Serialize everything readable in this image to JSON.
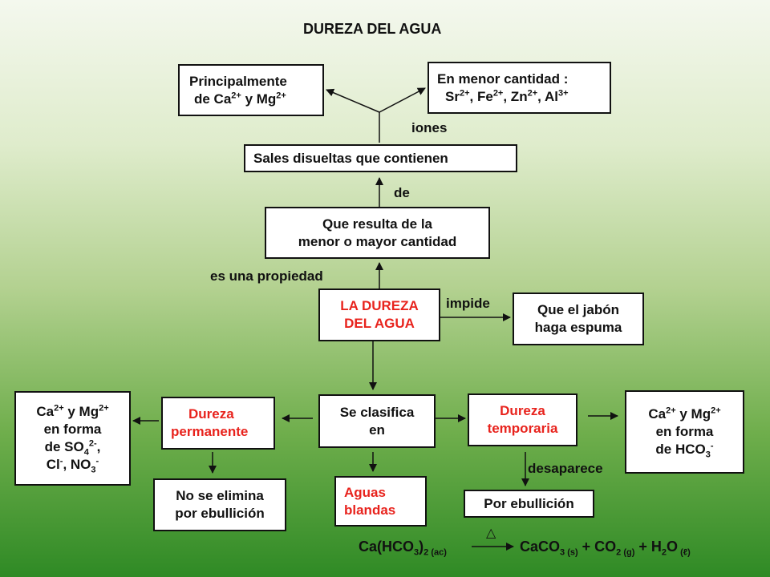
{
  "title": "DUREZA DEL AGUA",
  "colors": {
    "accent_red": "#e8231d",
    "border": "#111111"
  },
  "boxes": {
    "principal": {
      "line1": "Principalmente",
      "line2_pre": "de Ca",
      "line2_sup1": "2+",
      "line2_mid": " y Mg",
      "line2_sup2": "2+"
    },
    "menor": {
      "line1": "En menor cantidad :",
      "l2a": "Sr",
      "l2a_sup": "2+",
      "l2b": ", Fe",
      "l2b_sup": "2+",
      "l2c": ", Zn",
      "l2c_sup": "2+",
      "l2d": ", Al",
      "l2d_sup": "3+"
    },
    "sales": "Sales disueltas que contienen",
    "resulta": {
      "line1": "Que resulta de la",
      "line2": "menor o mayor cantidad"
    },
    "dureza": {
      "line1": "LA DUREZA",
      "line2": "DEL AGUA"
    },
    "jabon": {
      "line1": "Que el jabón",
      "line2": "haga espuma"
    },
    "clasifica": {
      "line1": "Se clasifica",
      "line2": "en"
    },
    "permanente": {
      "line1": "Dureza",
      "line2": "permanente"
    },
    "temporaria": {
      "line1": "Dureza",
      "line2": "temporaria"
    },
    "sulfato": {
      "l1a": "Ca",
      "l1a_sup": "2+",
      "l1b": " y Mg",
      "l1b_sup": "2+",
      "l2": "en forma",
      "l3a": "de SO",
      "l3a_sub": "4",
      "l3a_sup": "2-",
      "l3b": ",",
      "l4a": "Cl",
      "l4a_sup": "-",
      "l4b": ", NO",
      "l4b_sub": "3",
      "l4b_sup": "-"
    },
    "bicarbonato": {
      "l1a": "Ca",
      "l1a_sup": "2+",
      "l1b": " y Mg",
      "l1b_sup": "2+",
      "l2": "en forma",
      "l3a": "de HCO",
      "l3a_sub": "3",
      "l3a_sup": "-"
    },
    "no_elimina": {
      "line1": "No se elimina",
      "line2": "por ebullición"
    },
    "blandas": {
      "line1": "Aguas",
      "line2": "blandas"
    },
    "ebullicion": "Por ebullición"
  },
  "labels": {
    "iones": "iones",
    "de": "de",
    "propiedad": "es una propiedad",
    "impide": "impide",
    "desaparece": "desaparece"
  },
  "reaction": {
    "heat_symbol": "△",
    "r1": "Ca(HCO",
    "r1_sub": "3",
    "r2": ")",
    "r2_sub": "2",
    "r2_state": " (ac)",
    "p1": "CaCO",
    "p1_sub": "3",
    "p1_state": " (s)",
    "p2": " + CO",
    "p2_sub": "2",
    "p2_state": " (g)",
    "p3": " + H",
    "p3_sub": "2",
    "p3b": "O",
    "p3_state": " (ℓ)"
  }
}
